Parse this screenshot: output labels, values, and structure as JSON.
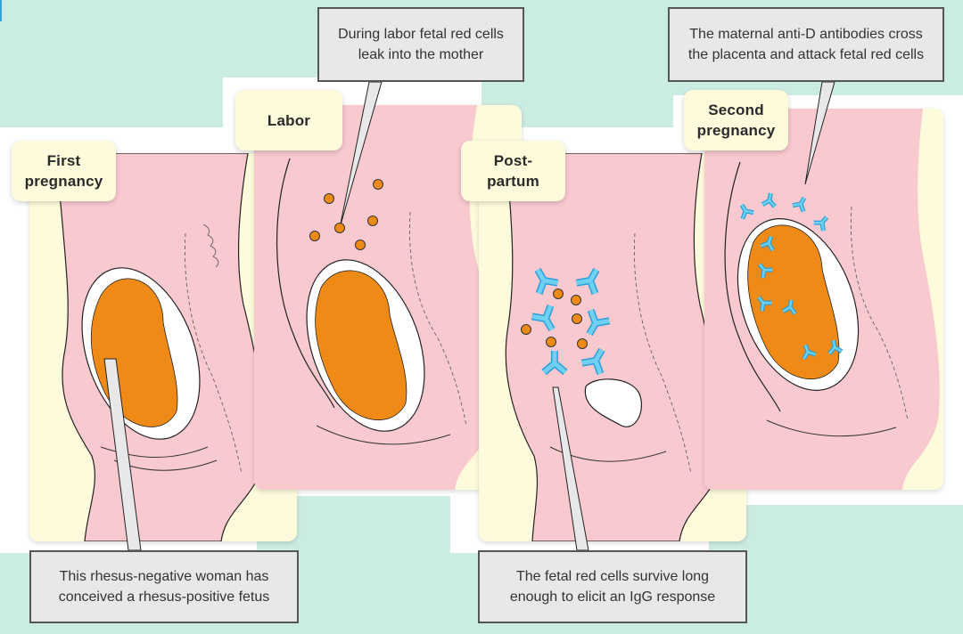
{
  "title": "Rhesus disease sequence",
  "colors": {
    "background": "#cbece3",
    "panel_bg": "#fdfbdb",
    "body_pink": "#f9c9d0",
    "fetus": "#f08a16",
    "antibody": "#4dbfe8",
    "red_cell": "#f08a16",
    "callout_bg": "#e8e8e8"
  },
  "panels": [
    {
      "id": "first",
      "label": "First\npregnancy",
      "fetus": true,
      "red_cells": 0,
      "antibodies": 0
    },
    {
      "id": "labor",
      "label": "Labor",
      "fetus": true,
      "red_cells": 6,
      "antibodies": 0
    },
    {
      "id": "postpartum",
      "label": "Post-\npartum",
      "fetus": false,
      "red_cells": 6,
      "antibodies": 6
    },
    {
      "id": "second",
      "label": "Second\npregnancy",
      "fetus": true,
      "red_cells": 0,
      "antibodies": 12
    }
  ],
  "callouts": [
    {
      "id": "labor-callout",
      "text": "During labor fetal red cells\nleak into the mother"
    },
    {
      "id": "second-callout",
      "text": "The maternal anti-D antibodies cross\nthe placenta and attack fetal red cells"
    },
    {
      "id": "first-callout",
      "text": "This rhesus-negative woman has\nconceived a rhesus-positive fetus"
    },
    {
      "id": "postpartum-callout",
      "text": "The fetal red cells survive long\nenough to elicit an IgG response"
    }
  ]
}
